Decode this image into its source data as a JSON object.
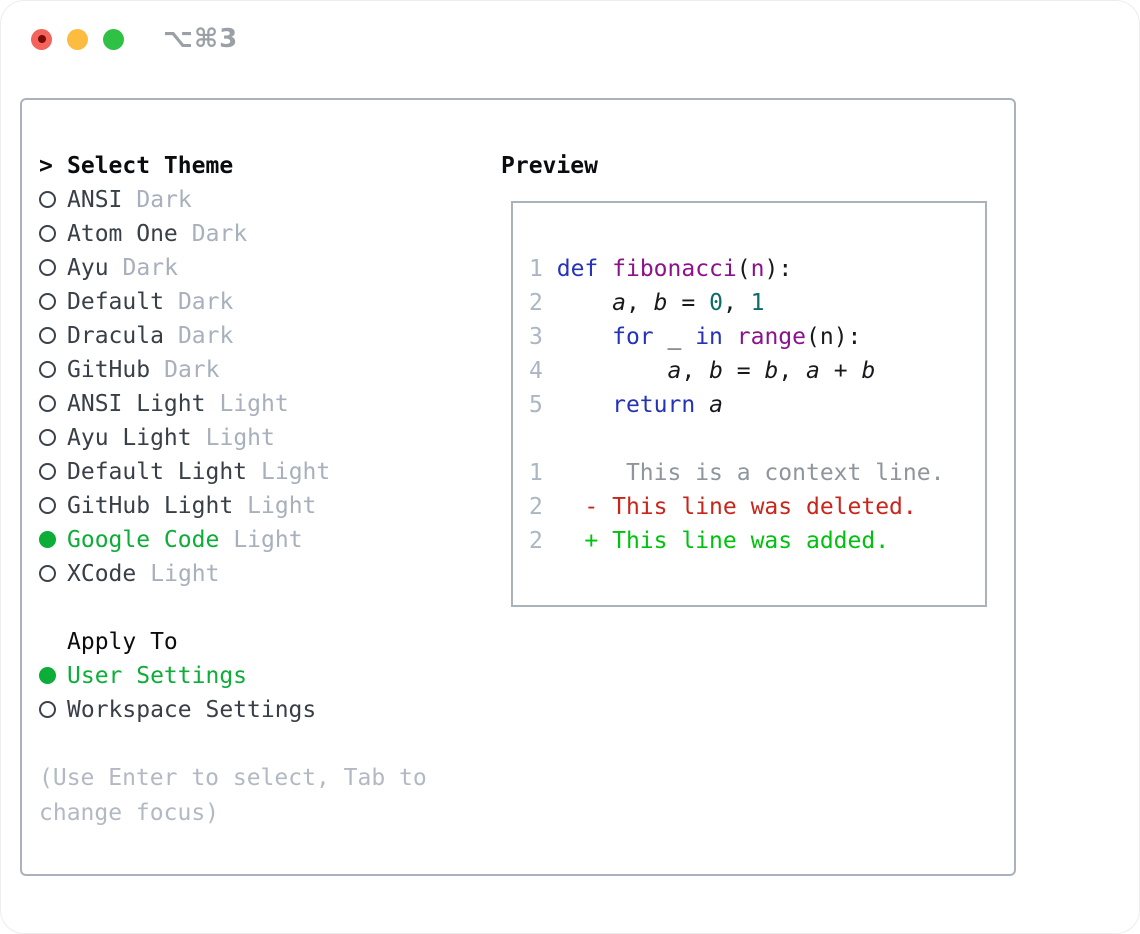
{
  "window": {
    "shortcut": "⌥⌘3"
  },
  "theme_list": {
    "title_prefix": ">",
    "title": "Select Theme",
    "items": [
      {
        "name": "ANSI",
        "variant": "Dark",
        "selected": false
      },
      {
        "name": "Atom One",
        "variant": "Dark",
        "selected": false
      },
      {
        "name": "Ayu",
        "variant": "Dark",
        "selected": false
      },
      {
        "name": "Default",
        "variant": "Dark",
        "selected": false
      },
      {
        "name": "Dracula",
        "variant": "Dark",
        "selected": false
      },
      {
        "name": "GitHub",
        "variant": "Dark",
        "selected": false
      },
      {
        "name": "ANSI Light",
        "variant": "Light",
        "selected": false
      },
      {
        "name": "Ayu Light",
        "variant": "Light",
        "selected": false
      },
      {
        "name": "Default Light",
        "variant": "Light",
        "selected": false
      },
      {
        "name": "GitHub Light",
        "variant": "Light",
        "selected": false
      },
      {
        "name": "Google Code",
        "variant": "Light",
        "selected": true
      },
      {
        "name": "XCode",
        "variant": "Light",
        "selected": false
      }
    ]
  },
  "apply_to": {
    "title": "Apply To",
    "options": [
      {
        "label": "User Settings",
        "selected": true
      },
      {
        "label": "Workspace Settings",
        "selected": false
      }
    ]
  },
  "hint": {
    "line1": "(Use Enter to select, Tab to",
    "line2": "change focus)"
  },
  "preview": {
    "title": "Preview",
    "code_lines": [
      {
        "num": "1",
        "tokens": [
          {
            "t": "def",
            "c": "keyword"
          },
          {
            "t": " ",
            "c": "plain"
          },
          {
            "t": "fibonacci",
            "c": "func"
          },
          {
            "t": "(",
            "c": "plain"
          },
          {
            "t": "n",
            "c": "func"
          },
          {
            "t": "):",
            "c": "plain"
          }
        ]
      },
      {
        "num": "2",
        "tokens": [
          {
            "t": "    ",
            "c": "plain"
          },
          {
            "t": "a",
            "c": "var"
          },
          {
            "t": ", ",
            "c": "plain"
          },
          {
            "t": "b",
            "c": "var"
          },
          {
            "t": " = ",
            "c": "plain"
          },
          {
            "t": "0",
            "c": "num"
          },
          {
            "t": ", ",
            "c": "plain"
          },
          {
            "t": "1",
            "c": "num"
          }
        ]
      },
      {
        "num": "3",
        "tokens": [
          {
            "t": "    ",
            "c": "plain"
          },
          {
            "t": "for",
            "c": "keyword"
          },
          {
            "t": " _ ",
            "c": "plain"
          },
          {
            "t": "in",
            "c": "keyword"
          },
          {
            "t": " ",
            "c": "plain"
          },
          {
            "t": "range",
            "c": "func"
          },
          {
            "t": "(n):",
            "c": "plain"
          }
        ]
      },
      {
        "num": "4",
        "tokens": [
          {
            "t": "        ",
            "c": "plain"
          },
          {
            "t": "a",
            "c": "var"
          },
          {
            "t": ", ",
            "c": "plain"
          },
          {
            "t": "b",
            "c": "var"
          },
          {
            "t": " = ",
            "c": "plain"
          },
          {
            "t": "b",
            "c": "var"
          },
          {
            "t": ", ",
            "c": "plain"
          },
          {
            "t": "a",
            "c": "var"
          },
          {
            "t": " + ",
            "c": "plain"
          },
          {
            "t": "b",
            "c": "var"
          }
        ]
      },
      {
        "num": "5",
        "tokens": [
          {
            "t": "    ",
            "c": "plain"
          },
          {
            "t": "return",
            "c": "keyword"
          },
          {
            "t": " ",
            "c": "plain"
          },
          {
            "t": "a",
            "c": "var"
          }
        ]
      }
    ],
    "diff_lines": [
      {
        "num": "1",
        "text": "     This is a context line.",
        "type": "context"
      },
      {
        "num": "2",
        "text": "  - This line was deleted.",
        "type": "deleted"
      },
      {
        "num": "2",
        "text": "  + This line was added.",
        "type": "added"
      }
    ]
  },
  "colors": {
    "accent_green": "#0cad38",
    "diff_added": "#00c20e",
    "diff_deleted": "#c8261a",
    "diff_context": "#8f959c",
    "syntax_keyword": "#2433b8",
    "syntax_function": "#8c128c",
    "syntax_literal": "#0d6c66",
    "syntax_plain": "#17191d",
    "line_number": "#aab6c2",
    "text_primary": "#383f47",
    "text_muted": "#a7b0bc",
    "hint": "#b2b9c3",
    "border": "#aab3bc",
    "title": "#0a0c10",
    "traffic_red": "#f4635c",
    "traffic_red_dot": "#7a0c06",
    "traffic_yellow": "#fbbc40",
    "traffic_green": "#2fc144",
    "shortcut_gray": "#9aa0a6"
  }
}
